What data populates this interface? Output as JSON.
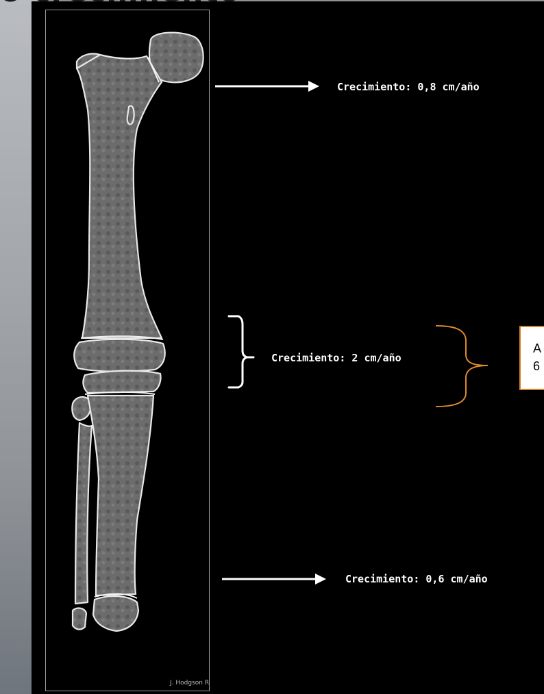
{
  "title_fragment": "o crecimiento",
  "annotations": {
    "top_arrow_label": "Crecimiento: 0,8  cm/año",
    "middle_label": "Crecimiento: 2 cm/año",
    "bottom_arrow_label": "Crecimiento: 0,6  cm/año"
  },
  "credit": "J. Hodgson R",
  "note_box": {
    "line1": "A",
    "line2": "6"
  },
  "colors": {
    "slide_bg": "#000000",
    "label_text": "#ffffff",
    "bone_fill": "#6e6e6e",
    "bone_outline": "#e8e8e8",
    "note_border": "#d9822b",
    "orange_brace": "#e08a2e"
  }
}
